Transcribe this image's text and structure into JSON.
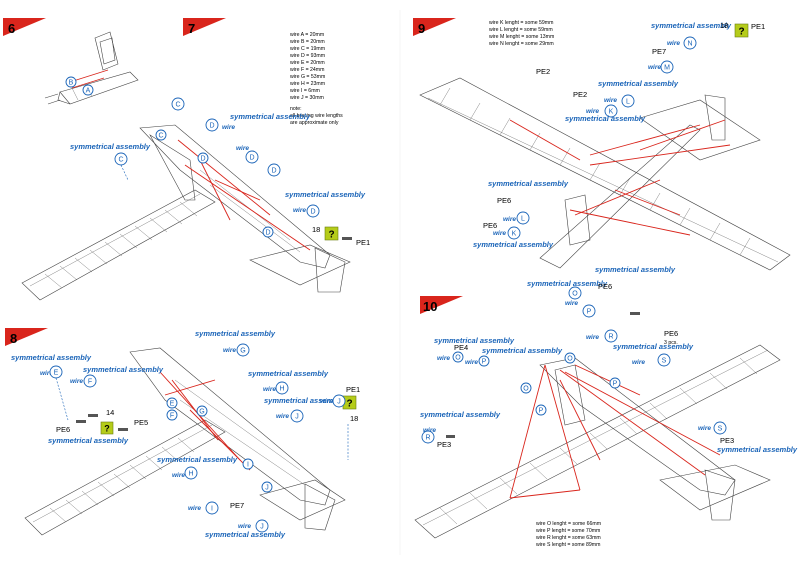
{
  "steps": {
    "s6": {
      "number": "6",
      "wires": [
        "A",
        "B"
      ]
    },
    "s7": {
      "number": "7",
      "wire_table": [
        "wire A  = 20mm",
        "wire B  = 20mm",
        "wire C  = 19mm",
        "wire D  = 93mm",
        "wire E  = 20mm",
        "wire F  = 24mm",
        "wire G  = 53mm",
        "wire H  = 23mm",
        "wire I  = 6mm",
        "wire J  = 30mm"
      ],
      "note_title": "note:",
      "note_lines": [
        "all bracing wire lengths",
        "are approximate only"
      ],
      "symmetrical": "symmetrical assembly",
      "wire_word": "wire",
      "part": "PE1",
      "part_count": "18",
      "question": "?",
      "letters": [
        "C",
        "D",
        "C",
        "D",
        "D",
        "C",
        "D",
        "D",
        "D"
      ]
    },
    "s8": {
      "number": "8",
      "symmetrical": "symmetrical assembly",
      "wire_word": "wire",
      "parts": [
        "PE6",
        "PE5",
        "PE7",
        "PE1"
      ],
      "counts": [
        "14",
        "18"
      ],
      "question": "?",
      "letters": [
        "E",
        "F",
        "G",
        "H",
        "J",
        "I",
        "E",
        "F",
        "G",
        "H",
        "I",
        "J"
      ]
    },
    "s9": {
      "number": "9",
      "wire_table": [
        "wire K  lenght = some 59mm",
        "wire L  lenght = some 59mm",
        "wire M  lenght = some 13mm",
        "wire N  lenght = some 29mm"
      ],
      "symmetrical": "symmetrical assembly",
      "wire_word": "wire",
      "parts": [
        "PE2",
        "PE2",
        "PE6",
        "PE6",
        "PE7",
        "PE1"
      ],
      "count": "18",
      "question": "?",
      "letters": [
        "K",
        "L",
        "M",
        "N",
        "L",
        "K"
      ]
    },
    "s10": {
      "number": "10",
      "wire_table": [
        "wire O  lenght = some 66mm",
        "wire P  lenght = some 70mm",
        "wire R  lenght = some 63mm",
        "wire S  lenght = some 89mm"
      ],
      "symmetrical": "symmetrical assembly",
      "wire_word": "wire",
      "parts": [
        "PE6",
        "PE4",
        "PE6",
        "PE3",
        "PE3"
      ],
      "pcs": "3 pcs.",
      "letters": [
        "O",
        "P",
        "R",
        "S",
        "O",
        "P",
        "O",
        "P",
        "R",
        "S",
        "O",
        "P"
      ]
    }
  },
  "colors": {
    "step_flag": "#d9251c",
    "callout": "#1a64b8",
    "wire_red": "#d9251c",
    "question_box": "#b5cc1a"
  },
  "icons": [
    "step-flag-icon",
    "question-mark-icon",
    "turnbuckle-icon"
  ]
}
